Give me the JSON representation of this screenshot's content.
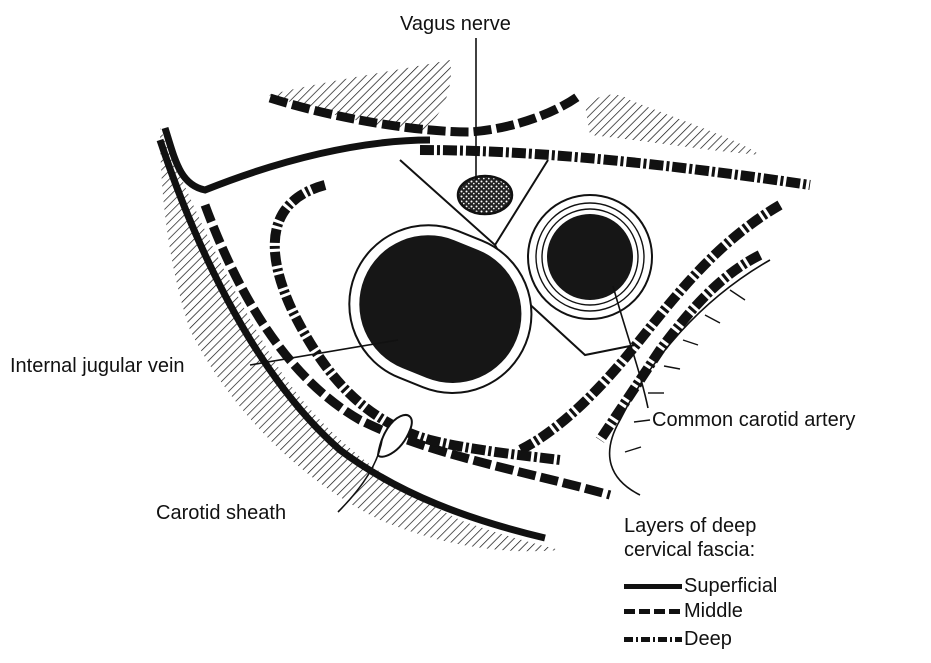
{
  "labels": {
    "vagus": "Vagus nerve",
    "ijv": "Internal jugular vein",
    "cca": "Common carotid artery",
    "sheath": "Carotid sheath"
  },
  "legend": {
    "title_line1": "Layers of deep",
    "title_line2": "cervical fascia:",
    "items": [
      {
        "label": "Superficial",
        "style": "solid"
      },
      {
        "label": "Middle",
        "style": "dashed"
      },
      {
        "label": "Deep",
        "style": "dash-dot"
      }
    ]
  },
  "colors": {
    "ink": "#111111",
    "paper": "#ffffff"
  }
}
